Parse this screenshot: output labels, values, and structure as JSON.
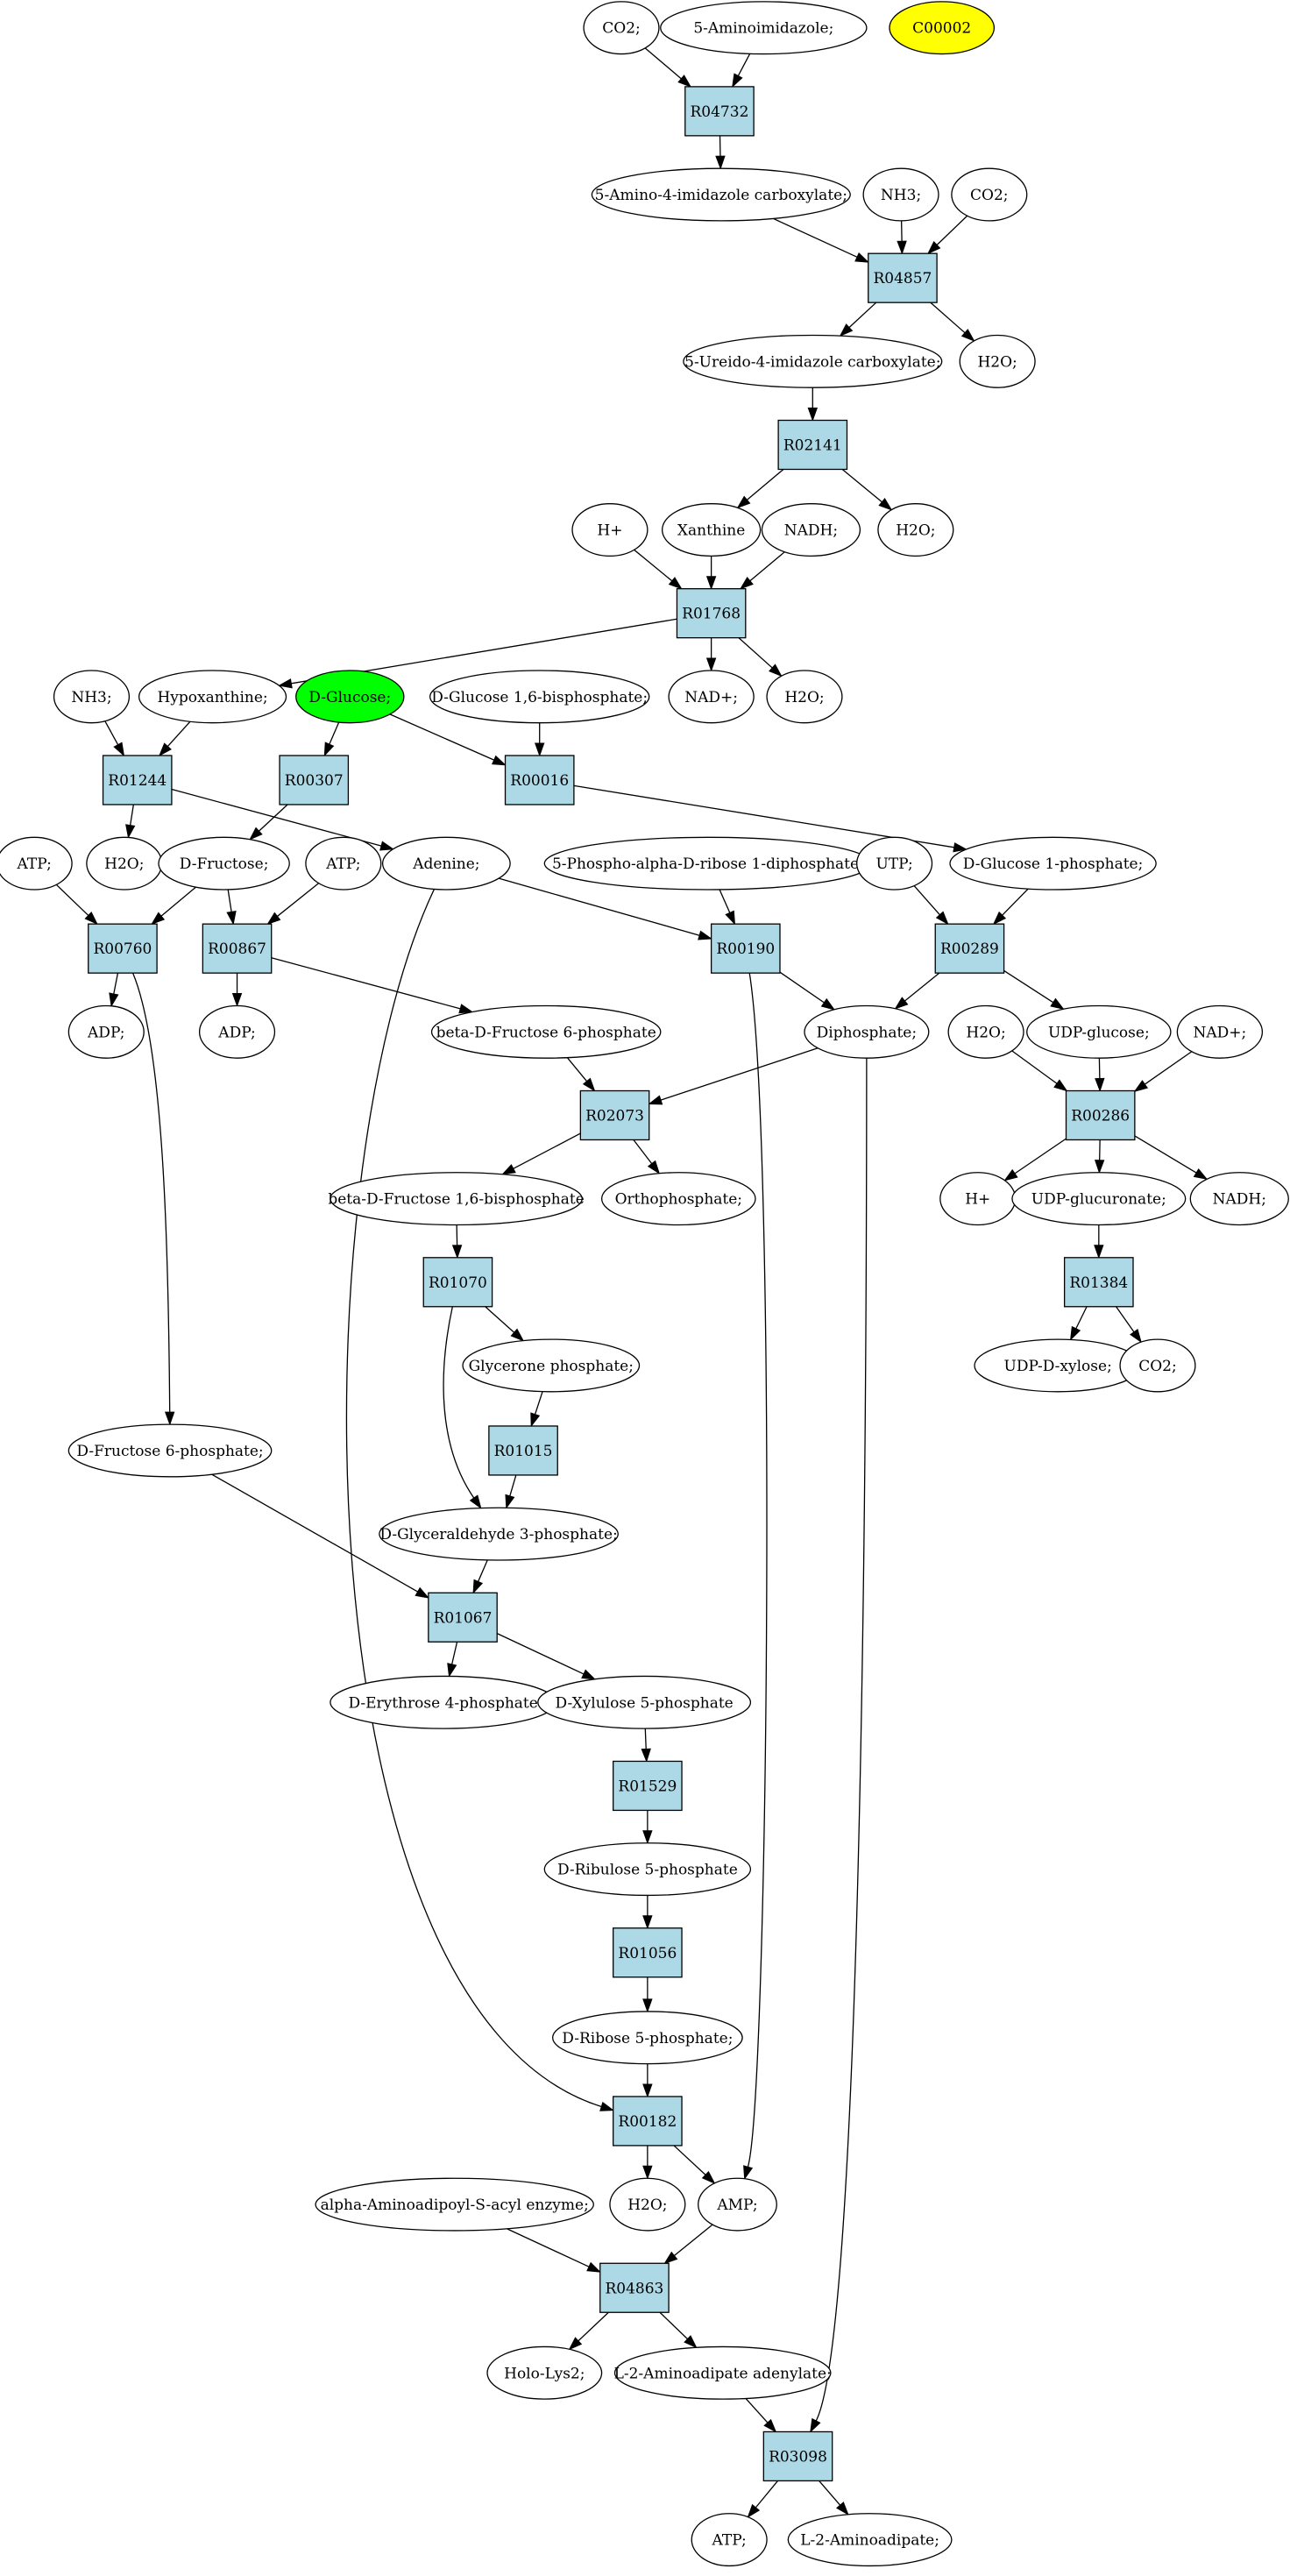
{
  "colors": {
    "reaction_fill": "#add8e6",
    "metabolite_fill": "#ffffff",
    "start_fill": "#00ff00",
    "highlight_fill": "#ffff00"
  },
  "metabolites": {
    "m_co2_top": "CO2;",
    "m_aminoimidazole": "5-Aminoimidazole;",
    "m_c00002": "C00002",
    "m_aic": "5-Amino-4-imidazole carboxylate;",
    "m_nh3_top": "NH3;",
    "m_co2_2": "CO2;",
    "m_ureido": "5-Ureido-4-imidazole carboxylate;",
    "m_h2o_r04857": "H2O;",
    "m_hplus_1": "H+",
    "m_xanthine": "Xanthine",
    "m_nadh_1": "NADH;",
    "m_h2o_r02141": "H2O;",
    "m_nh3_2": "NH3;",
    "m_hypoxanthine": "Hypoxanthine;",
    "m_dglucose": "D-Glucose;",
    "m_g16bp": "D-Glucose 1,6-bisphosphate;",
    "m_nadplus_1": "NAD+;",
    "m_h2o_r01768": "H2O;",
    "m_atp_1": "ATP;",
    "m_h2o_r01244": "H2O;",
    "m_dfructose": "D-Fructose;",
    "m_atp_2": "ATP;",
    "m_adenine": "Adenine;",
    "m_prpp": "5-Phospho-alpha-D-ribose 1-diphosphate;",
    "m_utp": "UTP;",
    "m_g1p": "D-Glucose 1-phosphate;",
    "m_adp_1": "ADP;",
    "m_adp_2": "ADP;",
    "m_bf6p": "beta-D-Fructose 6-phosphate",
    "m_diphosphate": "Diphosphate;",
    "m_h2o_r00286": "H2O;",
    "m_udpglucose": "UDP-glucose;",
    "m_nadplus_2": "NAD+;",
    "m_bf16bp": "beta-D-Fructose 1,6-bisphosphate",
    "m_orthophosphate": "Orthophosphate;",
    "m_hplus_2": "H+",
    "m_udpglucuronate": "UDP-glucuronate;",
    "m_nadh_2": "NADH;",
    "m_glycerone": "Glycerone phosphate;",
    "m_udpxylose": "UDP-D-xylose;",
    "m_co2_3": "CO2;",
    "m_df6p": "D-Fructose 6-phosphate;",
    "m_g3p": "D-Glyceraldehyde 3-phosphate;",
    "m_e4p": "D-Erythrose 4-phosphate",
    "m_x5p": "D-Xylulose 5-phosphate",
    "m_ru5p": "D-Ribulose 5-phosphate",
    "m_r5p": "D-Ribose 5-phosphate;",
    "m_alphaamino": "alpha-Aminoadipoyl-S-acyl enzyme;",
    "m_h2o_r00182": "H2O;",
    "m_amp": "AMP;",
    "m_holo": "Holo-Lys2;",
    "m_l2aa_adenylate": "L-2-Aminoadipate adenylate;",
    "m_atp_3": "ATP;",
    "m_l2aa": "L-2-Aminoadipate;"
  },
  "reactions": {
    "r_R04732": "R04732",
    "r_R04857": "R04857",
    "r_R02141": "R02141",
    "r_R01768": "R01768",
    "r_R01244": "R01244",
    "r_R00307": "R00307",
    "r_R00016": "R00016",
    "r_R00760": "R00760",
    "r_R00867": "R00867",
    "r_R00190": "R00190",
    "r_R00289": "R00289",
    "r_R02073": "R02073",
    "r_R00286": "R00286",
    "r_R01070": "R01070",
    "r_R01384": "R01384",
    "r_R01015": "R01015",
    "r_R01067": "R01067",
    "r_R01529": "R01529",
    "r_R01056": "R01056",
    "r_R00182": "R00182",
    "r_R04863": "R04863",
    "r_R03098": "R03098"
  }
}
